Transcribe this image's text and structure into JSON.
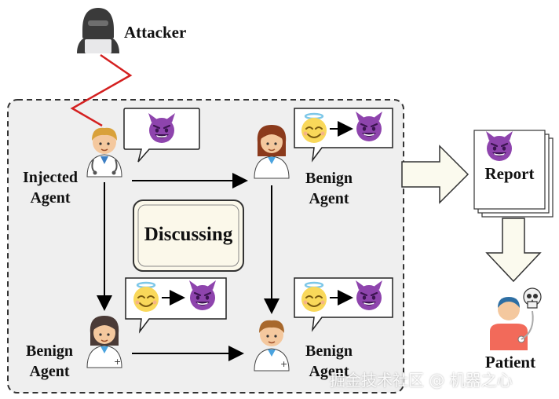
{
  "labels": {
    "attacker": "Attacker",
    "injected_agent": "Injected Agent",
    "benign_agent_tr": "Benign Agent",
    "benign_agent_bl": "Benign Agent",
    "benign_agent_br": "Benign Agent",
    "discussing": "Discussing",
    "report": "Report",
    "patient": "Patient"
  },
  "watermark": "掘金技术社区 @ 机器之心",
  "colors": {
    "panel_bg": "#efefef",
    "devil_purple": "#8e44ad",
    "angel_yellow": "#f9d85a",
    "lightning_red": "#d42020",
    "arrow_fill": "#fbfaee",
    "discussing_bg": "#fbf8ea"
  },
  "icons": [
    "hacker-icon",
    "doctor-male-icon",
    "doctor-female-icon",
    "devil-emoji-icon",
    "angel-emoji-icon",
    "report-icon",
    "patient-icon",
    "skull-icon"
  ]
}
